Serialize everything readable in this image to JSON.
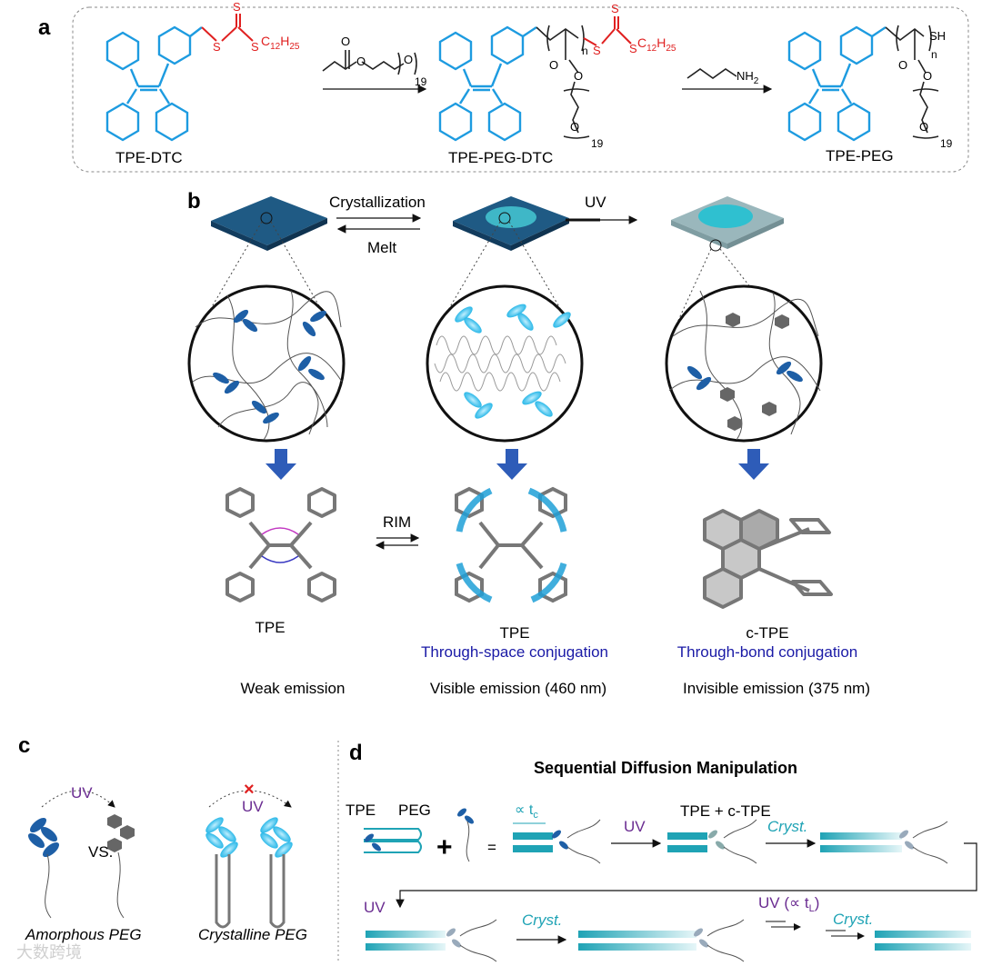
{
  "panel_a": {
    "label": "a",
    "molecules": [
      "TPE-DTC",
      "TPE-PEG-DTC",
      "TPE-PEG"
    ],
    "atoms": {
      "S": "S",
      "C12H25_main": "C",
      "C12H25_sub1": "12",
      "C12H25_h": "H",
      "C12H25_sub2": "25",
      "O": "O",
      "n": "n",
      "peg_repeat": "19",
      "NH2": "NH",
      "NH2_sub": "2",
      "SH": "SH"
    }
  },
  "panel_b": {
    "label": "b",
    "arrow_labels": {
      "crystallization": "Crystallization",
      "melt": "Melt",
      "uv": "UV",
      "rim": "RIM"
    },
    "columns": [
      {
        "name": "TPE",
        "conjugation": "",
        "emission": "Weak emission"
      },
      {
        "name": "TPE",
        "conjugation": "Through-space conjugation",
        "emission": "Visible emission (460 nm)"
      },
      {
        "name": "c-TPE",
        "conjugation": "Through-bond conjugation",
        "emission": "Invisible emission (375 nm)"
      }
    ]
  },
  "panel_c": {
    "label": "c",
    "uv_left": "UV",
    "uv_right": "UV",
    "vs": "VS.",
    "captions": [
      "Amorphous PEG",
      "Crystalline PEG"
    ]
  },
  "panel_d": {
    "label": "d",
    "title": "Sequential Diffusion Manipulation",
    "tpe": "TPE",
    "peg": "PEG",
    "plus": "+",
    "equals": "=",
    "tc": "∝ t",
    "tc_sub": "c",
    "uv": "UV",
    "tpe_ctpe": "TPE + c-TPE",
    "cryst": "Cryst.",
    "uv_tl": "UV (∝ t",
    "tl_sub": "L",
    "tl_close": ")"
  },
  "watermark": "大数跨境",
  "colors": {
    "tpe_blue": "#1d9be0",
    "dtc_red": "#e02020",
    "text_blue": "#1a1aa6",
    "uv_purple": "#6a2c91",
    "teal": "#1fa3b5",
    "arrow_blue": "#2e5cb8"
  }
}
